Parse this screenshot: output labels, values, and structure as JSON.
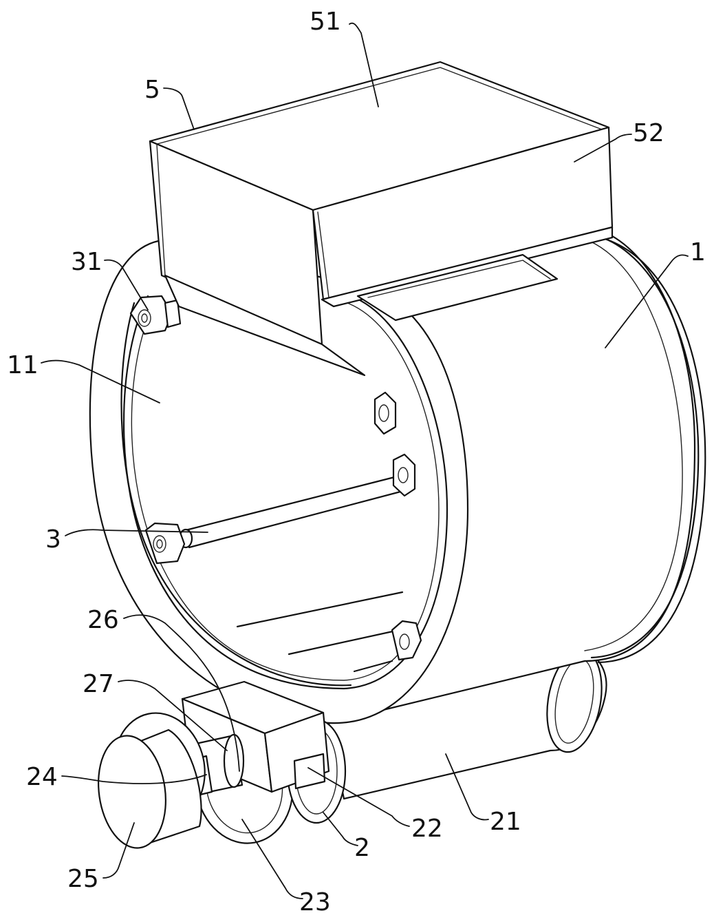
{
  "labels": {
    "l51": "51",
    "l5": "5",
    "l52": "52",
    "l1": "1",
    "l31": "31",
    "l11": "11",
    "l3": "3",
    "l26": "26",
    "l27": "27",
    "l24": "24",
    "l22": "22",
    "l21": "21",
    "l2": "2",
    "l25": "25",
    "l23": "23"
  }
}
